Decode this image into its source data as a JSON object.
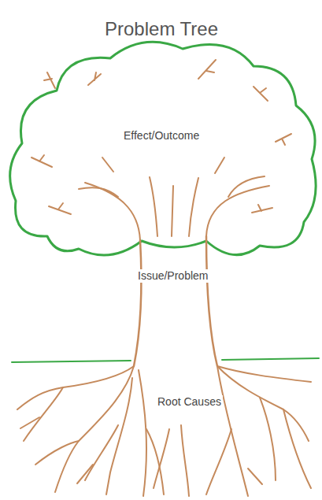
{
  "diagram": {
    "title": "Problem Tree",
    "labels": [
      "Effect/Outcome",
      "Issue/Problem",
      "Root Causes"
    ]
  }
}
